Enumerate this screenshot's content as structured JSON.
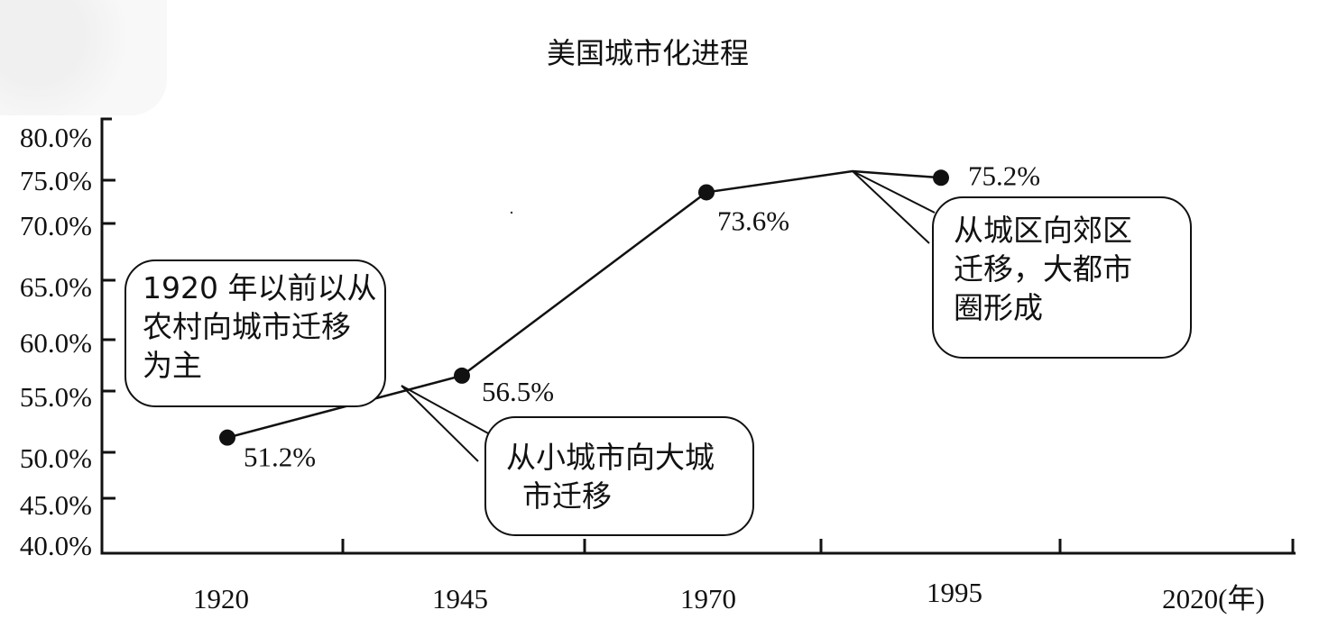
{
  "chart_data": {
    "type": "line",
    "title": "美国城市化进程",
    "xlabel": "",
    "ylabel": "",
    "x_ticks": [
      "1920",
      "1945",
      "1970",
      "1995",
      "2020(年)"
    ],
    "y_ticks": [
      "80.0%",
      "75.0%",
      "70.0%",
      "65.0%",
      "60.0%",
      "55.0%",
      "50.0%",
      "45.0%",
      "40.0%"
    ],
    "ylim": [
      40,
      80
    ],
    "x": [
      1920,
      1945,
      1970,
      1995
    ],
    "values": [
      51.2,
      56.5,
      73.6,
      75.2
    ],
    "data_labels": [
      "51.2%",
      "56.5%",
      "73.6%",
      "75.2%"
    ],
    "grid": false,
    "annotations": [
      {
        "lines": [
          "1920 年以前以从",
          "农村向城市迁移",
          "为主"
        ]
      },
      {
        "lines": [
          "从小城市向大城",
          "市迁移"
        ]
      },
      {
        "lines": [
          "从城区向郊区",
          "迁移，大都市",
          "圈形成"
        ]
      }
    ]
  }
}
